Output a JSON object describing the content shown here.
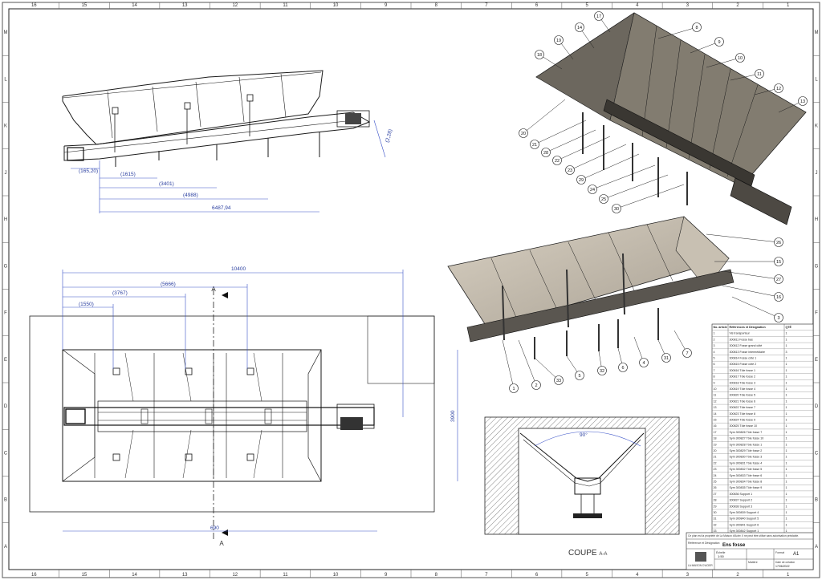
{
  "border": {
    "columns": [
      "16",
      "15",
      "14",
      "13",
      "12",
      "11",
      "10",
      "9",
      "8",
      "7",
      "6",
      "5",
      "4",
      "3",
      "2",
      "1"
    ],
    "rows": [
      "M",
      "L",
      "K",
      "J",
      "H",
      "G",
      "F",
      "E",
      "D",
      "C",
      "B",
      "A"
    ]
  },
  "side_view": {
    "dimensions": [
      "(165,20)",
      "(1615)",
      "(3401)",
      "(4988)",
      "6487,94",
      "(2,28)"
    ]
  },
  "plan_view": {
    "dimensions": [
      "10400",
      "(5666)",
      "(3767)",
      "(1550)",
      "3900",
      "690"
    ],
    "section_marks": [
      "A",
      "A"
    ]
  },
  "section_view": {
    "label": "COUPE",
    "label_suffix": "A-A",
    "angle": "90°"
  },
  "balloons_top": [
    "17",
    "14",
    "19",
    "18",
    "8",
    "9",
    "10",
    "11",
    "12",
    "13",
    "20",
    "21",
    "28",
    "22",
    "23",
    "29",
    "24",
    "25",
    "30"
  ],
  "balloons_bottom": [
    "26",
    "15",
    "27",
    "16",
    "3",
    "1",
    "2",
    "33",
    "5",
    "32",
    "6",
    "4",
    "31",
    "7"
  ],
  "bom": {
    "headers": [
      "No. article",
      "Références et Désignation",
      "QTÉ"
    ],
    "rows": [
      [
        "1",
        "Vis transporteur",
        "1"
      ],
      [
        "2",
        "300811 Fosse bas",
        "1"
      ],
      [
        "3",
        "300812 Fosse grand côté",
        "1"
      ],
      [
        "4",
        "300813 Fosse intermédiaire",
        "3"
      ],
      [
        "5",
        "300814 Fosse côté 1",
        "1"
      ],
      [
        "6",
        "300815 Fosse côté 2",
        "1"
      ],
      [
        "7",
        "300816 Tôle fosse 1",
        "1"
      ],
      [
        "8",
        "300817 Tôle fosse 2",
        "1"
      ],
      [
        "9",
        "300818 Tôle fosse 3",
        "1"
      ],
      [
        "10",
        "300819 Tôle fosse 4",
        "1"
      ],
      [
        "11",
        "300820 Tôle fosse 5",
        "1"
      ],
      [
        "12",
        "300821 Tôle fosse 6",
        "1"
      ],
      [
        "13",
        "300822 Tôle fosse 7",
        "1"
      ],
      [
        "14",
        "300823 Tôle fosse 8",
        "1"
      ],
      [
        "15",
        "300824 Tôle fosse 9",
        "1"
      ],
      [
        "16",
        "300825 Tôle fosse 10",
        "1"
      ],
      [
        "17",
        "Sym 300826 Tôle fosse 7",
        "1"
      ],
      [
        "18",
        "Sym 300827 Tôle fosse 10",
        "1"
      ],
      [
        "19",
        "Sym 300828 Tôle fosse 1",
        "1"
      ],
      [
        "20",
        "Sym 300829 Tôle fosse 2",
        "1"
      ],
      [
        "21",
        "Sym 300830 Tôle fosse 3",
        "1"
      ],
      [
        "22",
        "Sym 300831 Tôle fosse 4",
        "1"
      ],
      [
        "23",
        "Sym 300832 Tôle fosse 5",
        "1"
      ],
      [
        "24",
        "Sym 300833 Tôle fosse 6",
        "1"
      ],
      [
        "25",
        "Sym 300834 Tôle fosse 8",
        "1"
      ],
      [
        "26",
        "Sym 300835 Tôle fosse 9",
        "1"
      ],
      [
        "27",
        "300836 Support 1",
        "1"
      ],
      [
        "28",
        "300837 Support 2",
        "1"
      ],
      [
        "29",
        "300838 Support 3",
        "1"
      ],
      [
        "30",
        "Sym 300839 Support 4",
        "1"
      ],
      [
        "31",
        "Sym 300840 Support 5",
        "1"
      ],
      [
        "32",
        "Sym 300841 Support 6",
        "1"
      ],
      [
        "33",
        "Sym 300842 Support 1",
        "1"
      ]
    ]
  },
  "title_block": {
    "notice": "Ce plan est la propriété de La Maison d'Acier. Il ne peut être utilisé sans autorisation préalable.",
    "ref_label": "Référence et Désignation",
    "ref_value": "Ens fosse",
    "company": "LA MAISON D'ACIER",
    "scale_label": "Échelle",
    "scale_value": "1:50",
    "material_label": "Matière",
    "format_label": "Format",
    "format_value": "A1",
    "date_label": "Date de création",
    "date_value": "17/06/2022"
  }
}
